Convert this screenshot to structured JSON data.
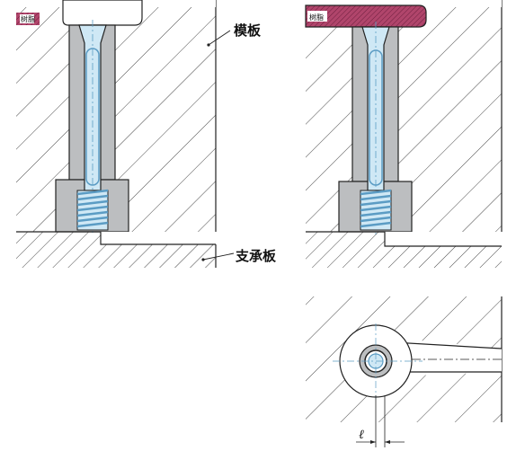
{
  "labels": {
    "template_plate": "模板",
    "support_plate": "支承板",
    "resin_left": "树脂",
    "resin_right": "树脂",
    "dimension_l": "ℓ"
  },
  "colors": {
    "line": "#222222",
    "hatch": "#333333",
    "gray_fill": "#bcbec0",
    "blue_fill": "#cfe8f5",
    "blue_line": "#5b9cc4",
    "resin_fill": "#b0456b",
    "resin_tag_bg": "#ffffff"
  }
}
